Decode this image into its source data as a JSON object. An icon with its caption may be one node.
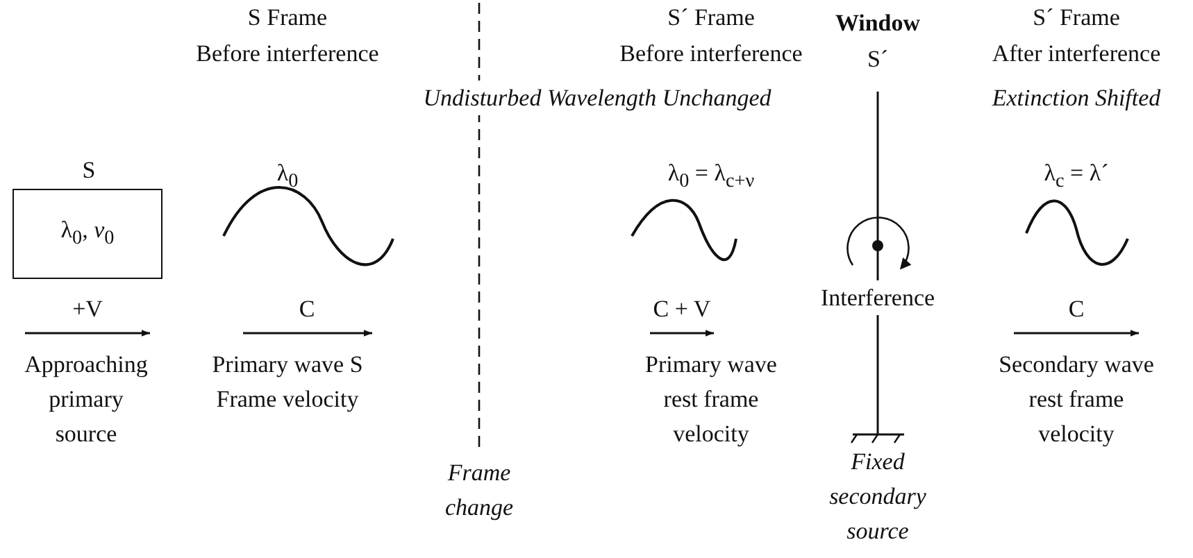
{
  "diagram": {
    "nodes": [
      {
        "text": [
          "S",
          "λ$_{0}$, *ν*$_{0}$"
        ]
      }
    ],
    "labels": [
      "S Frame",
      "Before interference",
      "S´ Frame",
      "Before interference",
      "Window",
      "S´",
      "S´ Frame",
      "After interference",
      "Undisturbed Wavelength Unchanged",
      "Extinction Shifted",
      "λ$_{0}$",
      "λ$_{0}$ = λ$_{c+ν}$",
      "λ$_{c}$ = λ´",
      "+V",
      "C",
      "C + V",
      "Interference",
      "C",
      "Approaching primary source",
      "Primary wave S Frame velocity",
      "Primary wave rest frame velocity",
      "Secondary wave rest frame velocity",
      "Frame change",
      "Fixed secondary source"
    ]
  }
}
